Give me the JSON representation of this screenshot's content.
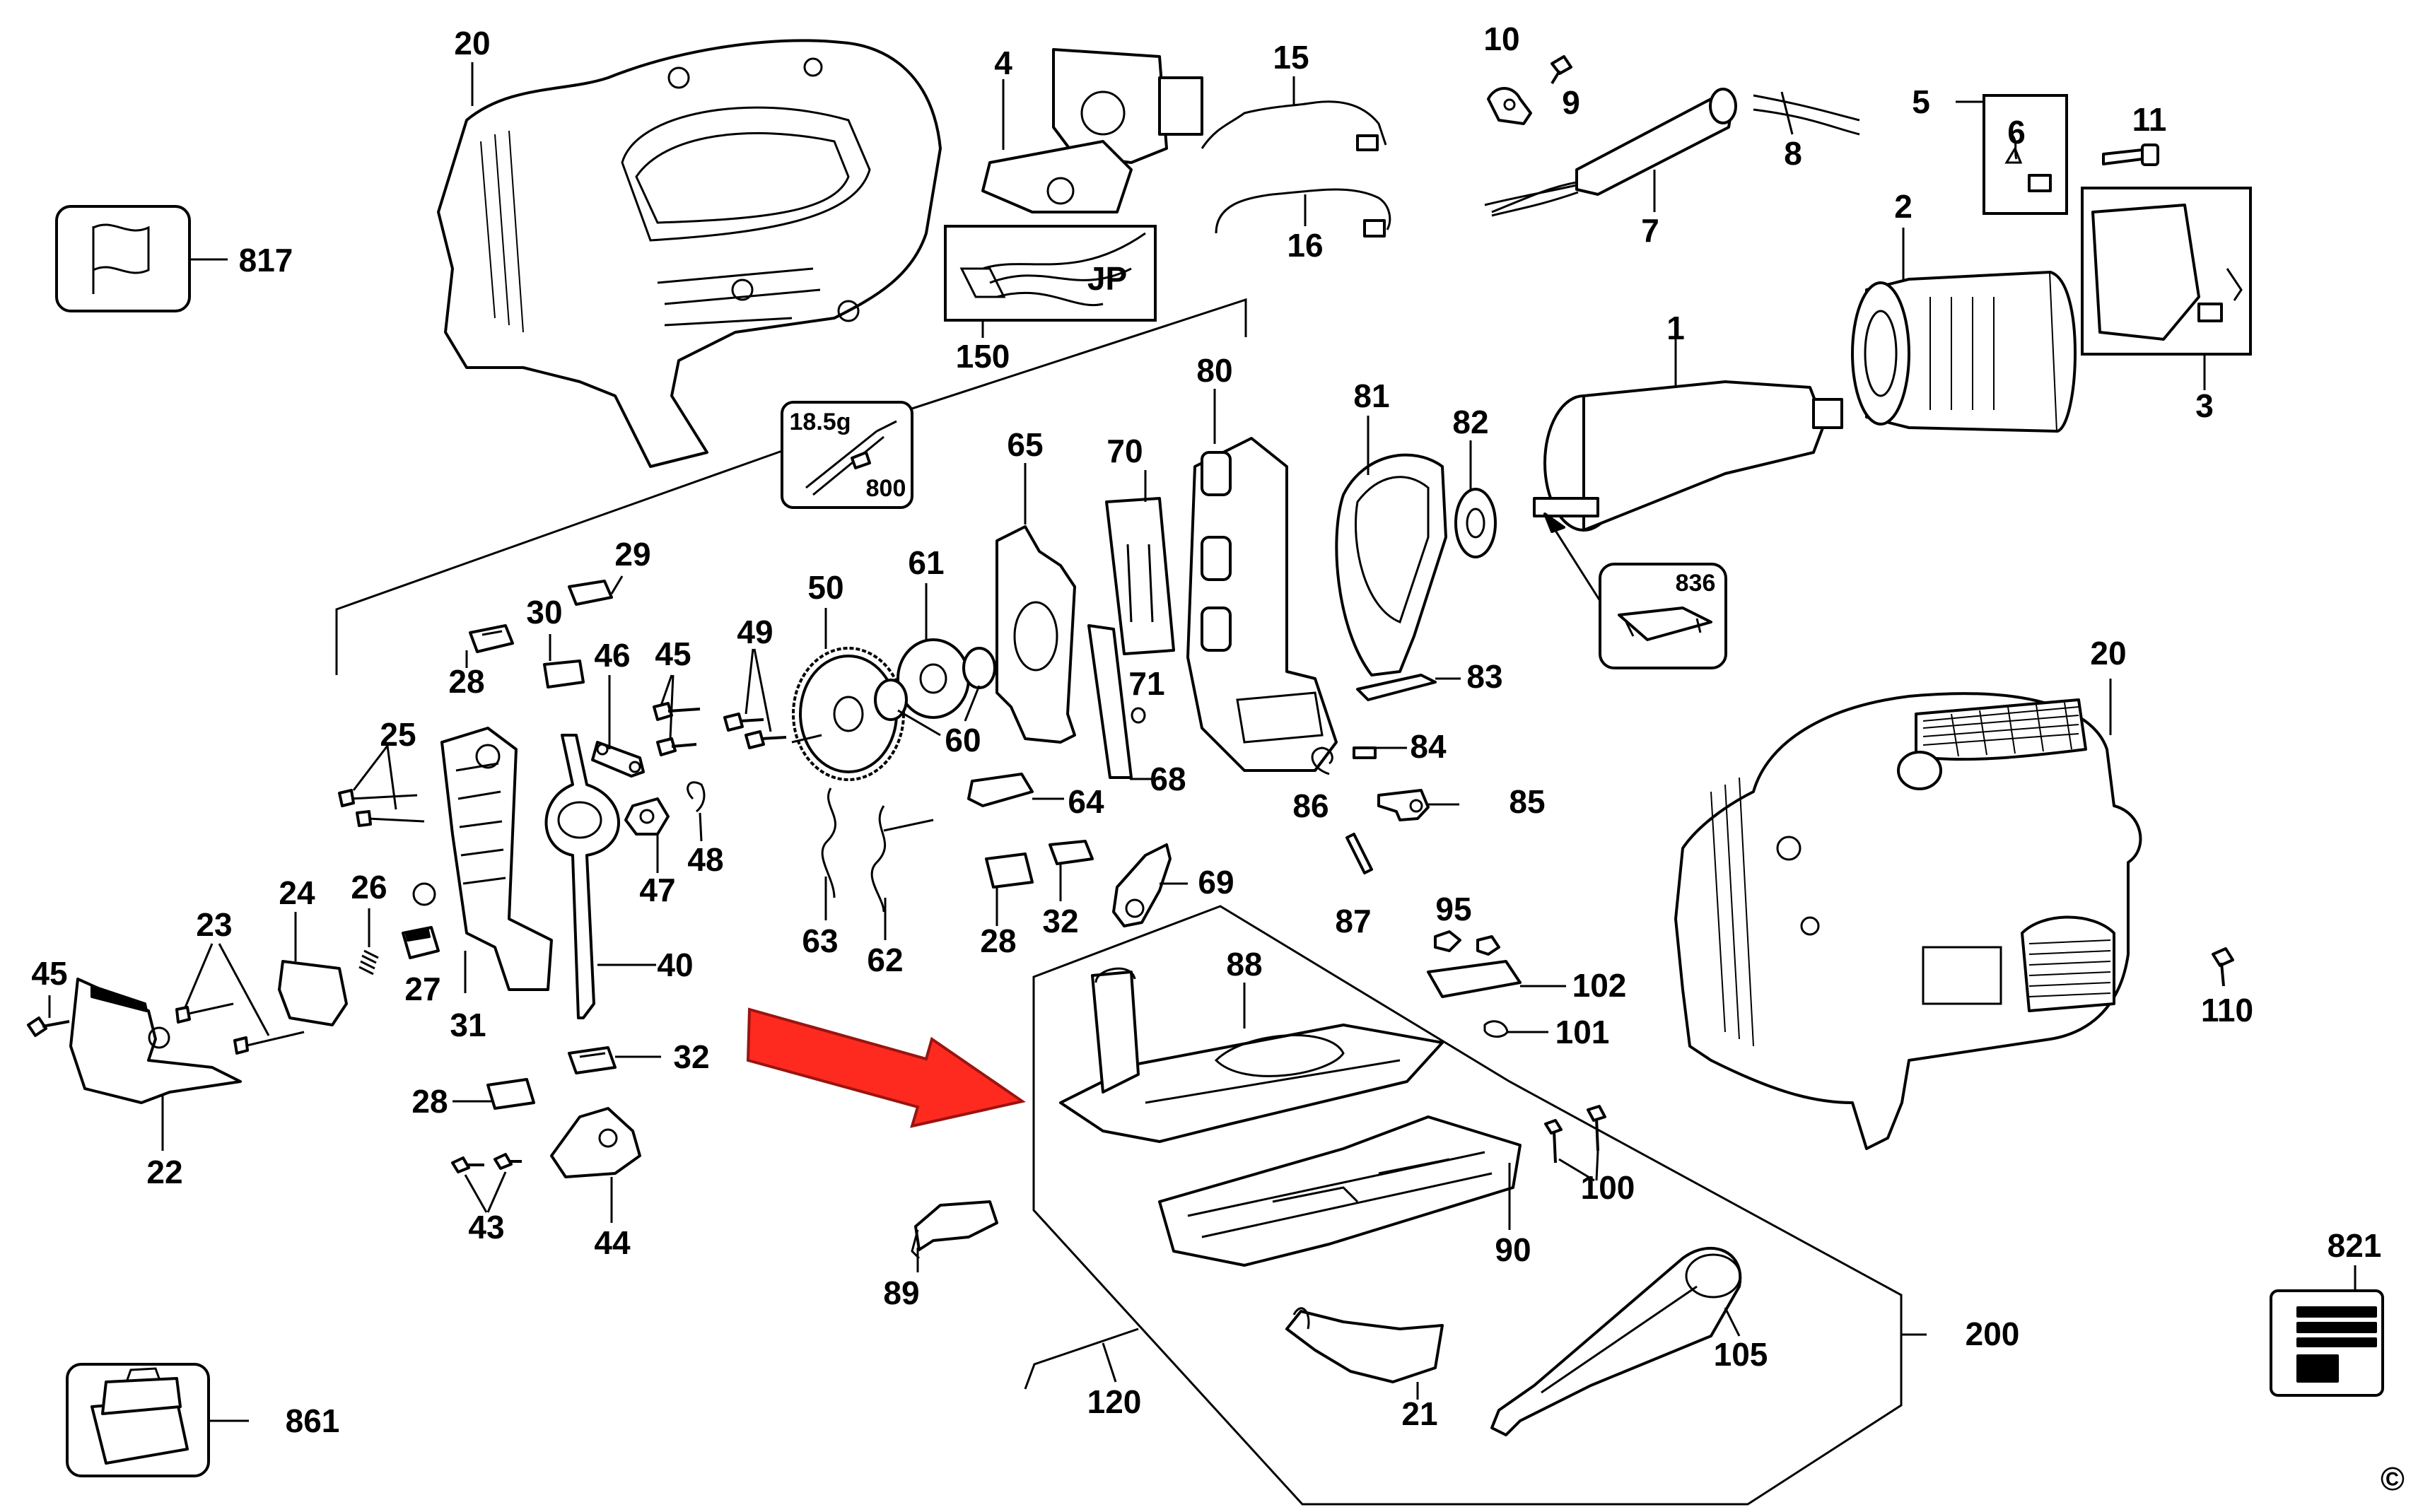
{
  "labels": {
    "p1": "1",
    "p2": "2",
    "p3": "3",
    "p4": "4",
    "p5": "5",
    "p6": "6",
    "p7": "7",
    "p8": "8",
    "p9": "9",
    "p10": "10",
    "p11": "11",
    "p15": "15",
    "p16": "16",
    "p20a": "20",
    "p20b": "20",
    "p21": "21",
    "p22": "22",
    "p23": "23",
    "p24": "24",
    "p25": "25",
    "p26": "26",
    "p27": "27",
    "p28a": "28",
    "p28b": "28",
    "p28c": "28",
    "p29": "29",
    "p30": "30",
    "p31": "31",
    "p32a": "32",
    "p32b": "32",
    "p40": "40",
    "p43": "43",
    "p44": "44",
    "p45a": "45",
    "p45b": "45",
    "p46": "46",
    "p47": "47",
    "p48": "48",
    "p49": "49",
    "p50": "50",
    "p60": "60",
    "p61": "61",
    "p62": "62",
    "p63": "63",
    "p64": "64",
    "p65": "65",
    "p68": "68",
    "p69": "69",
    "p70": "70",
    "p71": "71",
    "p80": "80",
    "p81": "81",
    "p82": "82",
    "p83": "83",
    "p84": "84",
    "p85": "85",
    "p86": "86",
    "p87": "87",
    "p88": "88",
    "p89": "89",
    "p90": "90",
    "p95": "95",
    "p100": "100",
    "p101": "101",
    "p102": "102",
    "p105": "105",
    "p110": "110",
    "p120": "120",
    "p150": "150",
    "p200": "200",
    "p800": "800",
    "p817": "817",
    "p821": "821",
    "p836": "836",
    "p861": "861"
  },
  "annotations": {
    "jp": "JP",
    "grease_weight": "18.5g",
    "copyright": "©"
  },
  "colors": {
    "arrow": "#ff2a1f",
    "line": "#000000",
    "background": "#ffffff"
  }
}
